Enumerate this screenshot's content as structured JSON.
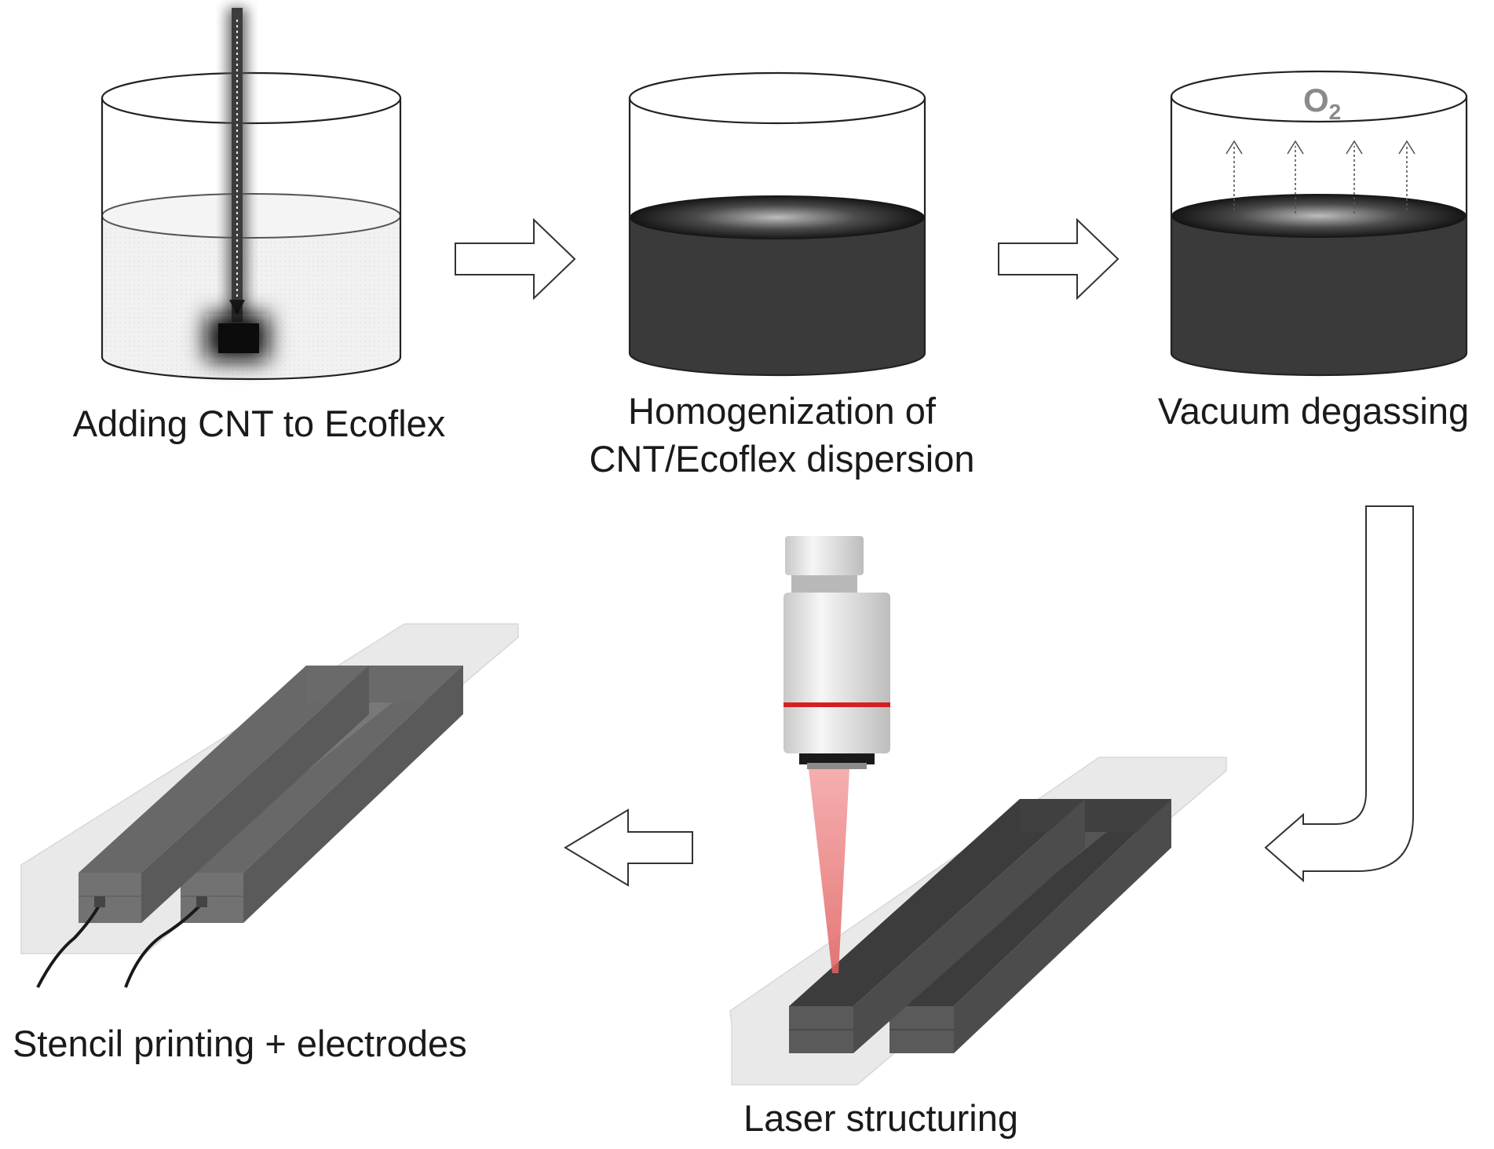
{
  "steps": [
    {
      "id": "adding",
      "label": "Adding CNT to Ecoflex"
    },
    {
      "id": "homogenization",
      "label_line1": "Homogenization of",
      "label_line2": "CNT/Ecoflex dispersion"
    },
    {
      "id": "degassing",
      "label": "Vacuum degassing",
      "gas_symbol": "O",
      "gas_subscript": "2"
    },
    {
      "id": "laser",
      "label": "Laser structuring"
    },
    {
      "id": "stencil",
      "label": "Stencil printing + electrodes"
    }
  ],
  "colors": {
    "dispersion": "#3a3a3a",
    "electrode": "#606060",
    "substrate": "#e9e9e9",
    "laser_beam": "#f08080",
    "laser_band": "#d42020",
    "outline": "#222222"
  }
}
